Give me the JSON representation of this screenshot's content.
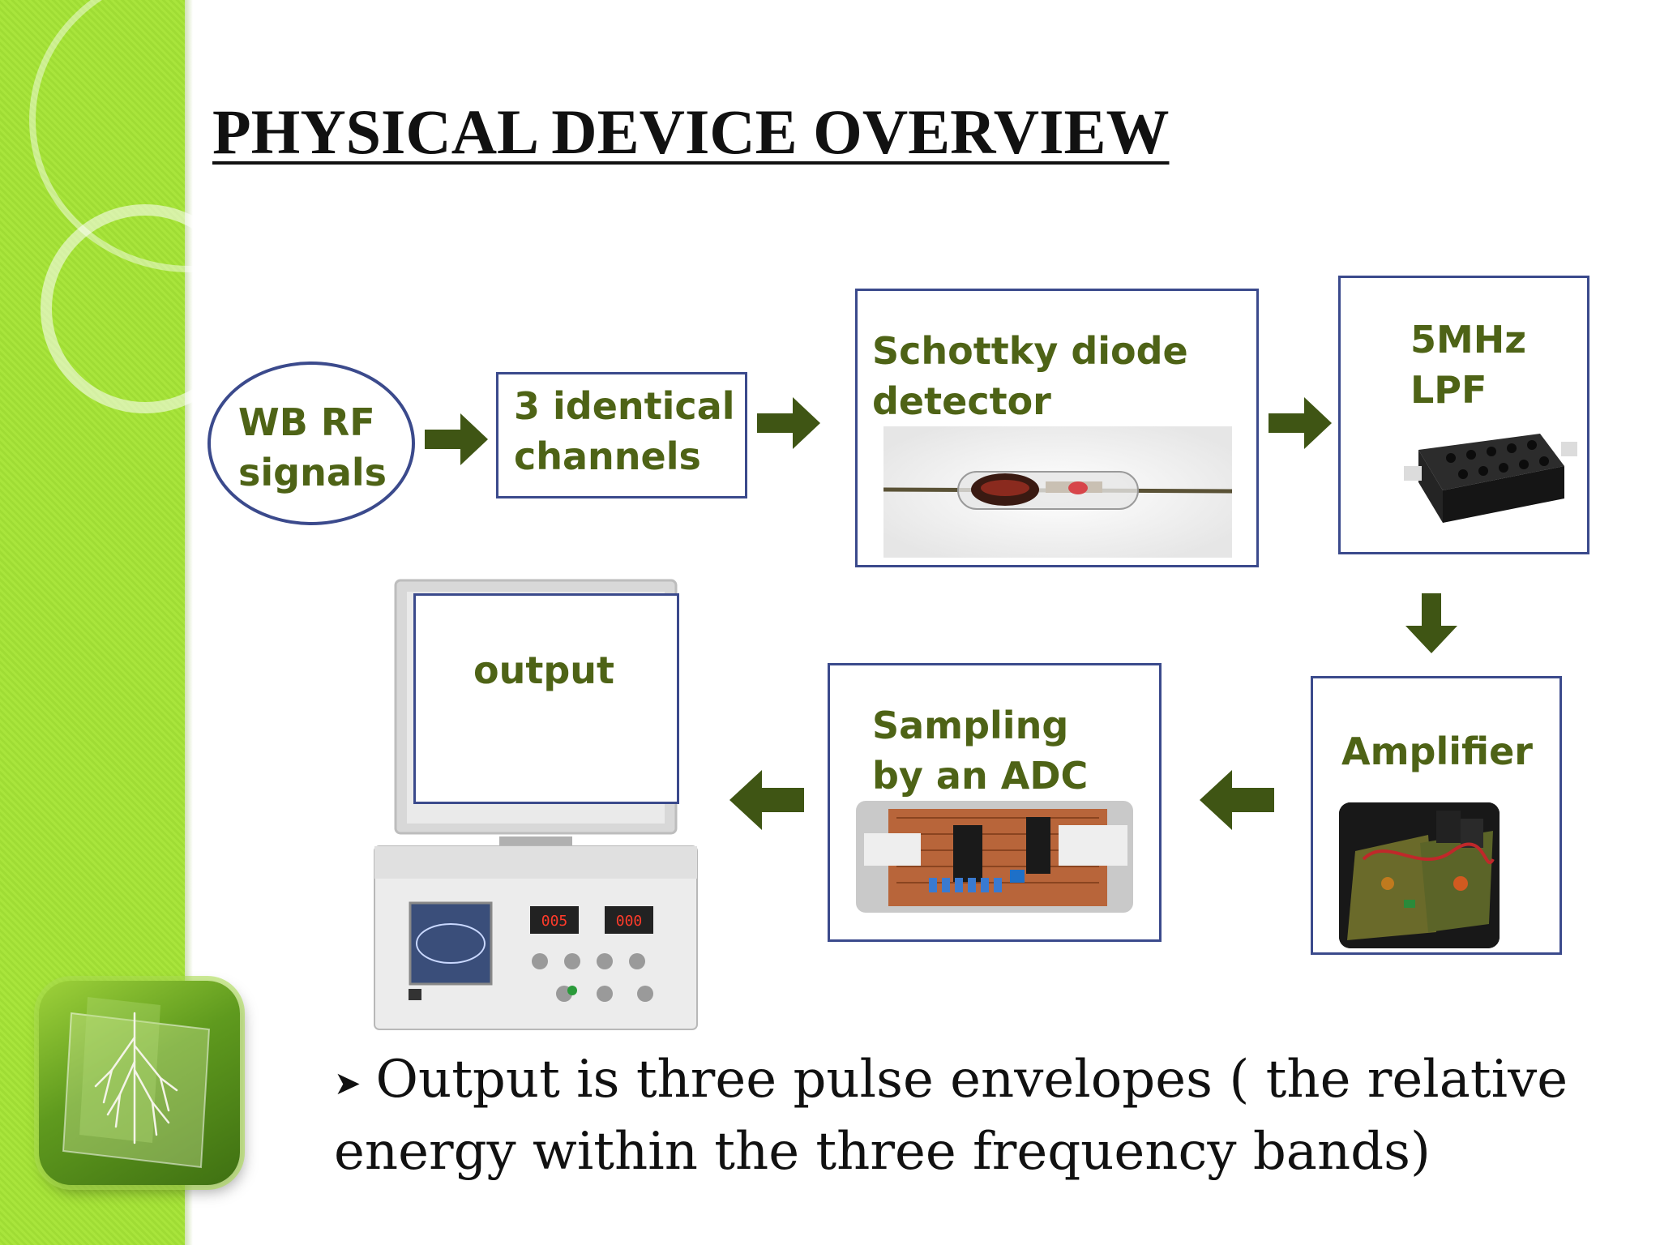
{
  "slide": {
    "title": "PHYSICAL DEVICE OVERVIEW",
    "bullet": "Output is three pulse envelopes ( the relative energy within the three frequency bands)"
  },
  "blocks": {
    "wb_rf": "WB RF\nsignals",
    "channels": "3 identical\nchannels",
    "schottky": "Schottky diode\ndetector",
    "lpf": "5MHz\nLPF",
    "amplifier": "Amplifier",
    "sampling": "Sampling\n by an ADC",
    "output": "output"
  },
  "colors": {
    "sidebar_green": "#a9e53c",
    "label_olive": "#4e6316",
    "arrow_olive": "#3f5514",
    "box_border": "#3b4a8c"
  },
  "flow": [
    {
      "from": "wb_rf",
      "to": "channels",
      "direction": "right"
    },
    {
      "from": "channels",
      "to": "schottky",
      "direction": "right"
    },
    {
      "from": "schottky",
      "to": "lpf",
      "direction": "right"
    },
    {
      "from": "lpf",
      "to": "amplifier",
      "direction": "down"
    },
    {
      "from": "amplifier",
      "to": "sampling",
      "direction": "left"
    },
    {
      "from": "sampling",
      "to": "output",
      "direction": "left"
    }
  ]
}
